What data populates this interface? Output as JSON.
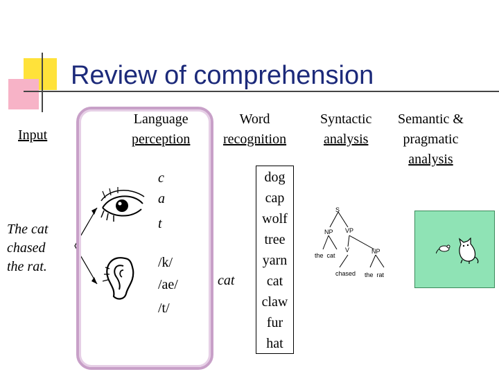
{
  "slide": {
    "title": "Review of comprehension"
  },
  "columns": {
    "input": "Input",
    "language_perception": [
      "Language",
      "perception"
    ],
    "word_recognition": [
      "Word",
      "recognition"
    ],
    "syntactic_analysis": [
      "Syntactic",
      "analysis"
    ],
    "semantic_pragmatic": [
      "Semantic &",
      "pragmatic",
      "analysis"
    ]
  },
  "input_sentence": [
    "The cat",
    "chased",
    "the rat."
  ],
  "visual_letters": [
    "c",
    "a",
    "t"
  ],
  "phonemes": [
    "/k/",
    "/ae/",
    "/t/"
  ],
  "recognized_word": "cat",
  "word_list": [
    "dog",
    "cap",
    "wolf",
    "tree",
    "yarn",
    "cat",
    "claw",
    "fur",
    "hat"
  ],
  "parse_tree": {
    "root": "S",
    "np1": "NP",
    "vp": "VP",
    "v": "V",
    "np2": "NP",
    "np1_words": "the  cat",
    "v_word": "chased",
    "np2_words": "the  rat"
  },
  "icons": {
    "eye": "eye-icon",
    "ear": "ear-icon",
    "cat": "cat-icon",
    "rat": "rat-icon"
  },
  "colors": {
    "title": "#1c2a7a",
    "accent_yellow": "#ffe23a",
    "accent_pink": "#f7b3c7",
    "rounded_border": "#c8a0c8",
    "scene_green": "#8fe3b5"
  }
}
